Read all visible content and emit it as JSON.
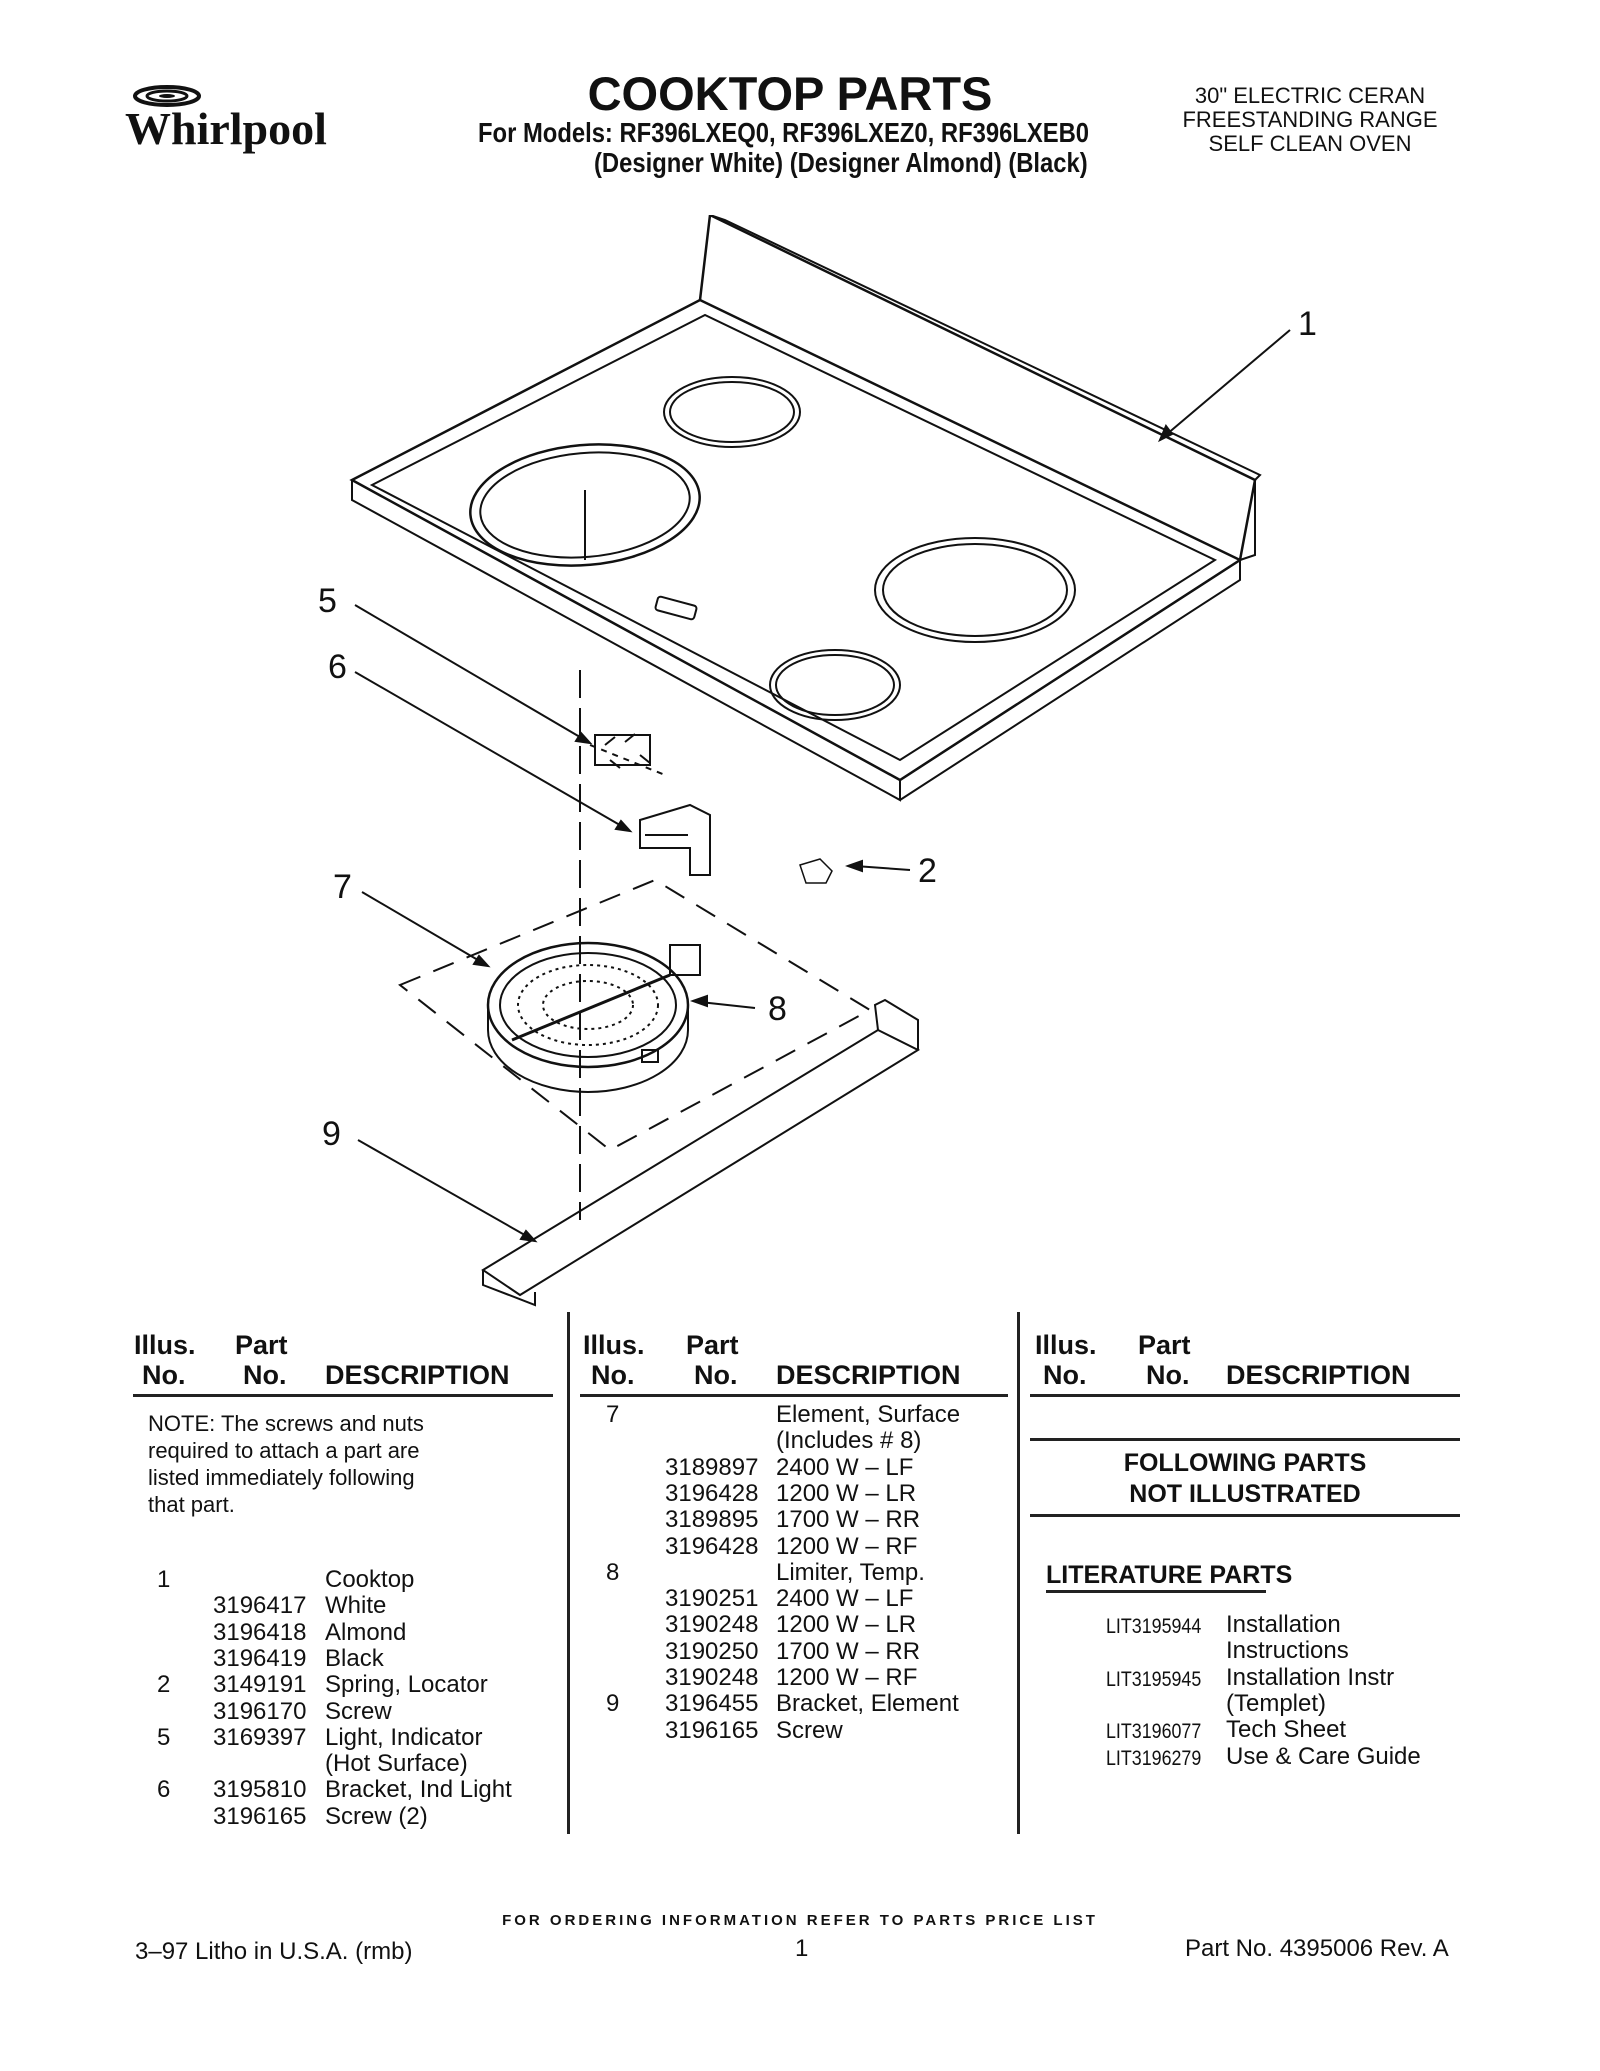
{
  "header": {
    "brand": "Whirlpool",
    "title": "COOKTOP PARTS",
    "models_line": "For Models: RF396LXEQ0, RF396LXEZ0, RF396LXEB0",
    "colors_line": "(Designer White) (Designer Almond)   (Black)",
    "range_desc": [
      "30\" ELECTRIC CERAN",
      "FREESTANDING RANGE",
      "SELF CLEAN OVEN"
    ]
  },
  "diagram": {
    "callouts": [
      "1",
      "2",
      "5",
      "6",
      "7",
      "8",
      "9"
    ]
  },
  "table": {
    "headers": {
      "illus_top": "Illus.",
      "illus_bottom": "No.",
      "part_top": "Part",
      "part_bottom": "No.",
      "description": "DESCRIPTION"
    },
    "note": [
      "NOTE: The screws and nuts",
      "required to attach a part are",
      "listed immediately following",
      " that part."
    ],
    "col1": [
      {
        "illus": "1",
        "part": "",
        "desc": "Cooktop"
      },
      {
        "illus": "",
        "part": "3196417",
        "desc": "White"
      },
      {
        "illus": "",
        "part": "3196418",
        "desc": "Almond"
      },
      {
        "illus": "",
        "part": "3196419",
        "desc": "Black"
      },
      {
        "illus": "2",
        "part": "3149191",
        "desc": "Spring, Locator"
      },
      {
        "illus": "",
        "part": "3196170",
        "desc": "Screw"
      },
      {
        "illus": "5",
        "part": "3169397",
        "desc": "Light, Indicator"
      },
      {
        "illus": "",
        "part": "",
        "desc": "(Hot Surface)"
      },
      {
        "illus": "6",
        "part": "3195810",
        "desc": "Bracket, Ind Light"
      },
      {
        "illus": "",
        "part": "3196165",
        "desc": "Screw (2)"
      }
    ],
    "col2": [
      {
        "illus": "7",
        "part": "",
        "desc": "Element, Surface"
      },
      {
        "illus": "",
        "part": "",
        "desc": "(Includes # 8)"
      },
      {
        "illus": "",
        "part": "3189897",
        "desc": "2400 W – LF"
      },
      {
        "illus": "",
        "part": "3196428",
        "desc": "1200 W – LR"
      },
      {
        "illus": "",
        "part": "3189895",
        "desc": "1700 W – RR"
      },
      {
        "illus": "",
        "part": "3196428",
        "desc": "1200 W – RF"
      },
      {
        "illus": "8",
        "part": "",
        "desc": "Limiter, Temp."
      },
      {
        "illus": "",
        "part": "3190251",
        "desc": "2400 W – LF"
      },
      {
        "illus": "",
        "part": "3190248",
        "desc": "1200 W – LR"
      },
      {
        "illus": "",
        "part": "3190250",
        "desc": "1700 W – RR"
      },
      {
        "illus": "",
        "part": "3190248",
        "desc": "1200 W – RF"
      },
      {
        "illus": "9",
        "part": "3196455",
        "desc": "Bracket, Element"
      },
      {
        "illus": "",
        "part": "3196165",
        "desc": "Screw"
      }
    ],
    "col3": {
      "not_illustrated_1": "FOLLOWING PARTS",
      "not_illustrated_2": "NOT ILLUSTRATED",
      "literature_title": "LITERATURE PARTS",
      "literature": [
        {
          "part": "LIT3195944",
          "desc": "Installation"
        },
        {
          "part": "",
          "desc": "Instructions"
        },
        {
          "part": "LIT3195945",
          "desc": "Installation Instr"
        },
        {
          "part": "",
          "desc": "(Templet)"
        },
        {
          "part": "LIT3196077",
          "desc": "Tech Sheet"
        },
        {
          "part": "LIT3196279",
          "desc": "Use & Care Guide"
        }
      ]
    }
  },
  "footer": {
    "ordering": "FOR ORDERING INFORMATION REFER TO PARTS PRICE LIST",
    "litho": "3–97 Litho in U.S.A. (rmb)",
    "page": "1",
    "part_no": "Part No. 4395006 Rev. A"
  }
}
